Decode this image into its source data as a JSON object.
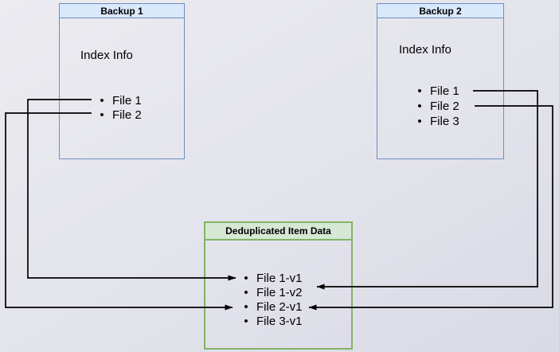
{
  "backup1": {
    "title": "Backup 1",
    "index_label": "Index Info",
    "files": [
      "File 1",
      "File 2"
    ]
  },
  "backup2": {
    "title": "Backup 2",
    "index_label": "Index Info",
    "files": [
      "File 1",
      "File 2",
      "File 3"
    ]
  },
  "dedup": {
    "title": "Deduplicated Item Data",
    "items": [
      "File 1-v1",
      "File 1-v2",
      "File 2-v1",
      "File 3-v1"
    ]
  },
  "connections": [
    {
      "from": "Backup 1 / File 1",
      "to": "File 1-v1"
    },
    {
      "from": "Backup 1 / File 2",
      "to": "File 2-v1"
    },
    {
      "from": "Backup 2 / File 1",
      "to": "File 1-v2"
    },
    {
      "from": "Backup 2 / File 2",
      "to": "File 2-v1"
    }
  ],
  "colors": {
    "background_top": "#ebebf0",
    "background_bottom": "#d9dae5",
    "blue_header_fill": "#dae8fc",
    "blue_border": "#6c8ebf",
    "green_header_fill": "#d5e8d4",
    "green_border": "#82b366",
    "edge": "#000000",
    "text": "#000000"
  }
}
